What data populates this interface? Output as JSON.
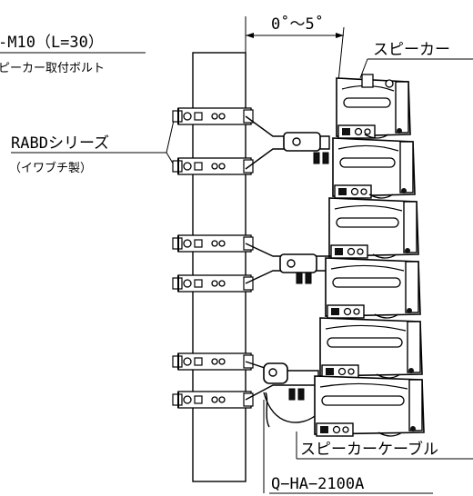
{
  "labels": {
    "bolt": "-M10（L=30）",
    "bolt_sub": "ピーカー取付ボルト",
    "rabd": "RABDシリーズ",
    "rabd_sub": "（イワブチ製）",
    "angle": "0˚～5˚",
    "speaker": "スピーカー",
    "cable": "スピーカーケーブル",
    "model": "Q−HA−2100A"
  }
}
